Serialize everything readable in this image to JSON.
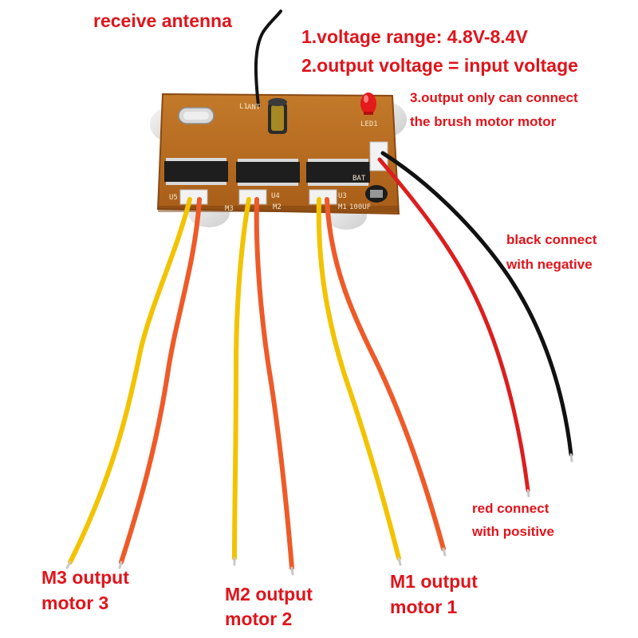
{
  "colors": {
    "label_text": "#e0141b",
    "pcb": "#b86a20",
    "wire_yellow": "#f2c300",
    "wire_orange": "#ee5a28",
    "wire_red": "#dc1e1e",
    "wire_black": "#111111",
    "antenna_wire": "#141414"
  },
  "annotations": {
    "antenna": "receive antenna",
    "spec_line1": "1.voltage range: 4.8V-8.4V",
    "spec_line2": "2.output voltage = input voltage",
    "spec_line3a": "3.output only can connect",
    "spec_line3b": "the brush motor motor",
    "black_a": "black connect",
    "black_b": "with negative",
    "red_a": "red connect",
    "red_b": "with positive",
    "m3_a": "M3 output",
    "m3_b": "motor 3",
    "m2_a": "M2 output",
    "m2_b": "motor 2",
    "m1_a": "M1 output",
    "m1_b": "motor 1"
  },
  "board_silkscreen": {
    "ant": "ANT",
    "l1": "L1",
    "led": "LED1",
    "u5": "U5",
    "u4": "U4",
    "u3": "U3",
    "m3": "M3",
    "m2": "M2",
    "m1": "M1",
    "cap": "100UF",
    "bat": "BAT"
  },
  "icons": {
    "led": "red-led-icon",
    "capacitor": "electrolytic-capacitor-icon",
    "ic": "dip-ic-chip-icon",
    "crystal": "crystal-oscillator-icon"
  }
}
